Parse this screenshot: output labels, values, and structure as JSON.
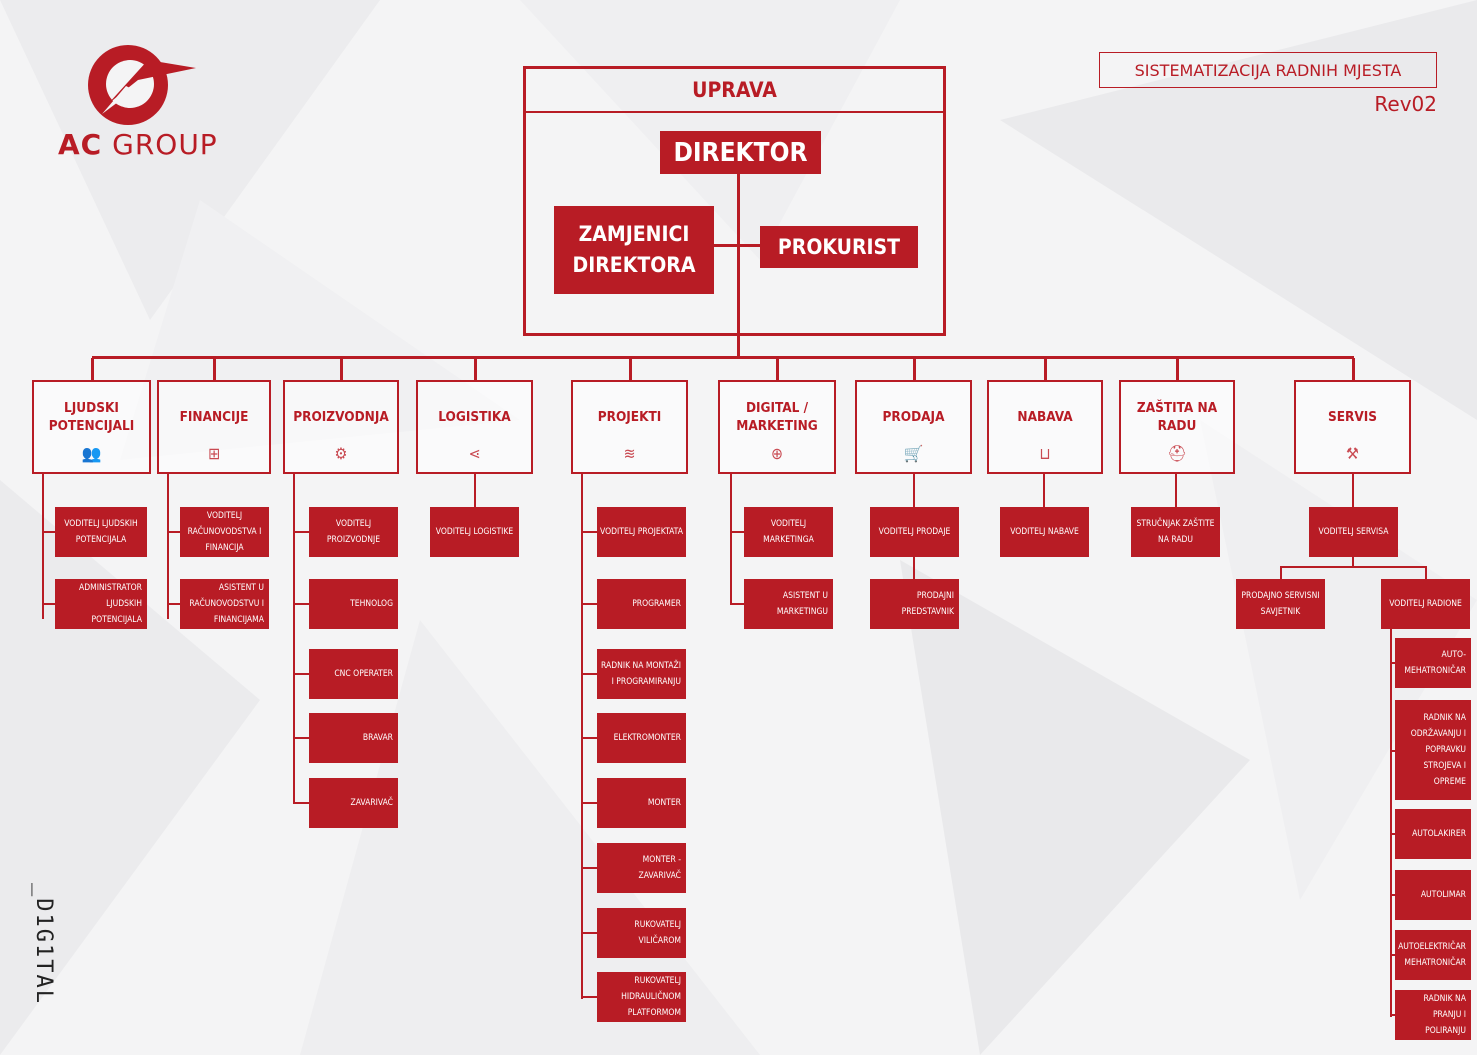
{
  "header": {
    "title": "SISTEMATIZACIJA RADNIH MJESTA",
    "revision": "Rev02"
  },
  "logo": {
    "text_ac": "AC",
    "text_group": "GROUP"
  },
  "sidebar_mark": "_D1G1TAL",
  "colors": {
    "accent": "#b81c25",
    "background": "#f4f4f5"
  },
  "uprava": {
    "title": "UPRAVA",
    "direktor": "DIREKTOR",
    "zamjenici": "ZAMJENICI DIREKTORA",
    "prokurist": "PROKURIST"
  },
  "departments": [
    {
      "label": "LJUDSKI POTENCIJALI",
      "icon": "people-icon",
      "roles": [
        "VODITELJ LJUDSKIH POTENCIJALA",
        "ADMINISTRATOR LJUDSKIH POTENCIJALA"
      ]
    },
    {
      "label": "FINANCIJE",
      "icon": "calculator-icon",
      "roles": [
        "VODITELJ RAČUNOVODSTVA I FINANCIJA",
        "ASISTENT U RAČUNOVODSTVU I FINANCIJAMA"
      ]
    },
    {
      "label": "PROIZVODNJA",
      "icon": "gears-icon",
      "roles": [
        "VODITELJ PROIZVODNJE",
        "TEHNOLOG",
        "CNC OPERATER",
        "BRAVAR",
        "ZAVARIVAČ"
      ]
    },
    {
      "label": "LOGISTIKA",
      "icon": "share-icon",
      "roles": [
        "VODITELJ LOGISTIKE"
      ]
    },
    {
      "label": "PROJEKTI",
      "icon": "layers-icon",
      "roles": [
        "VODITELJ PROJEKTATA",
        "PROGRAMER",
        "RADNIK NA MONTAŽI I PROGRAMIRANJU",
        "ELEKTROMONTER",
        "MONTER",
        "MONTER - ZAVARIVAČ",
        "RUKOVATELJ VILIČAROM",
        "RUKOVATELJ HIDRAULIČNOM PLATFORMOM"
      ]
    },
    {
      "label": "DIGITAL / MARKETING",
      "icon": "globe-icon",
      "roles": [
        "VODITELJ MARKETINGA",
        "ASISTENT U MARKETINGU"
      ]
    },
    {
      "label": "PRODAJA",
      "icon": "cart-icon",
      "roles": [
        "VODITELJ PRODAJE",
        "PRODAJNI PREDSTAVNIK"
      ]
    },
    {
      "label": "NABAVA",
      "icon": "tray-icon",
      "roles": [
        "VODITELJ NABAVE"
      ]
    },
    {
      "label": "ZAŠTITA NA RADU",
      "icon": "helmet-icon",
      "roles": [
        "STRUČNJAK ZAŠTITE NA RADU"
      ]
    },
    {
      "label": "SERVIS",
      "icon": "service-icon",
      "roles": [
        "VODITELJ SERVISA",
        "PRODAJNO SERVISNI SAVJETNIK",
        "VODITELJ RADIONE",
        "AUTO- MEHATRONIČAR",
        "RADNIK NA ODRŽAVANJU I POPRAVKU STROJEVA I OPREME",
        "AUTOLAKIRER",
        "AUTOLIMAR",
        "AUTOELEKTRIČAR MEHATRONIČAR",
        "RADNIK NA PRANJU I POLIRANJU"
      ]
    }
  ]
}
